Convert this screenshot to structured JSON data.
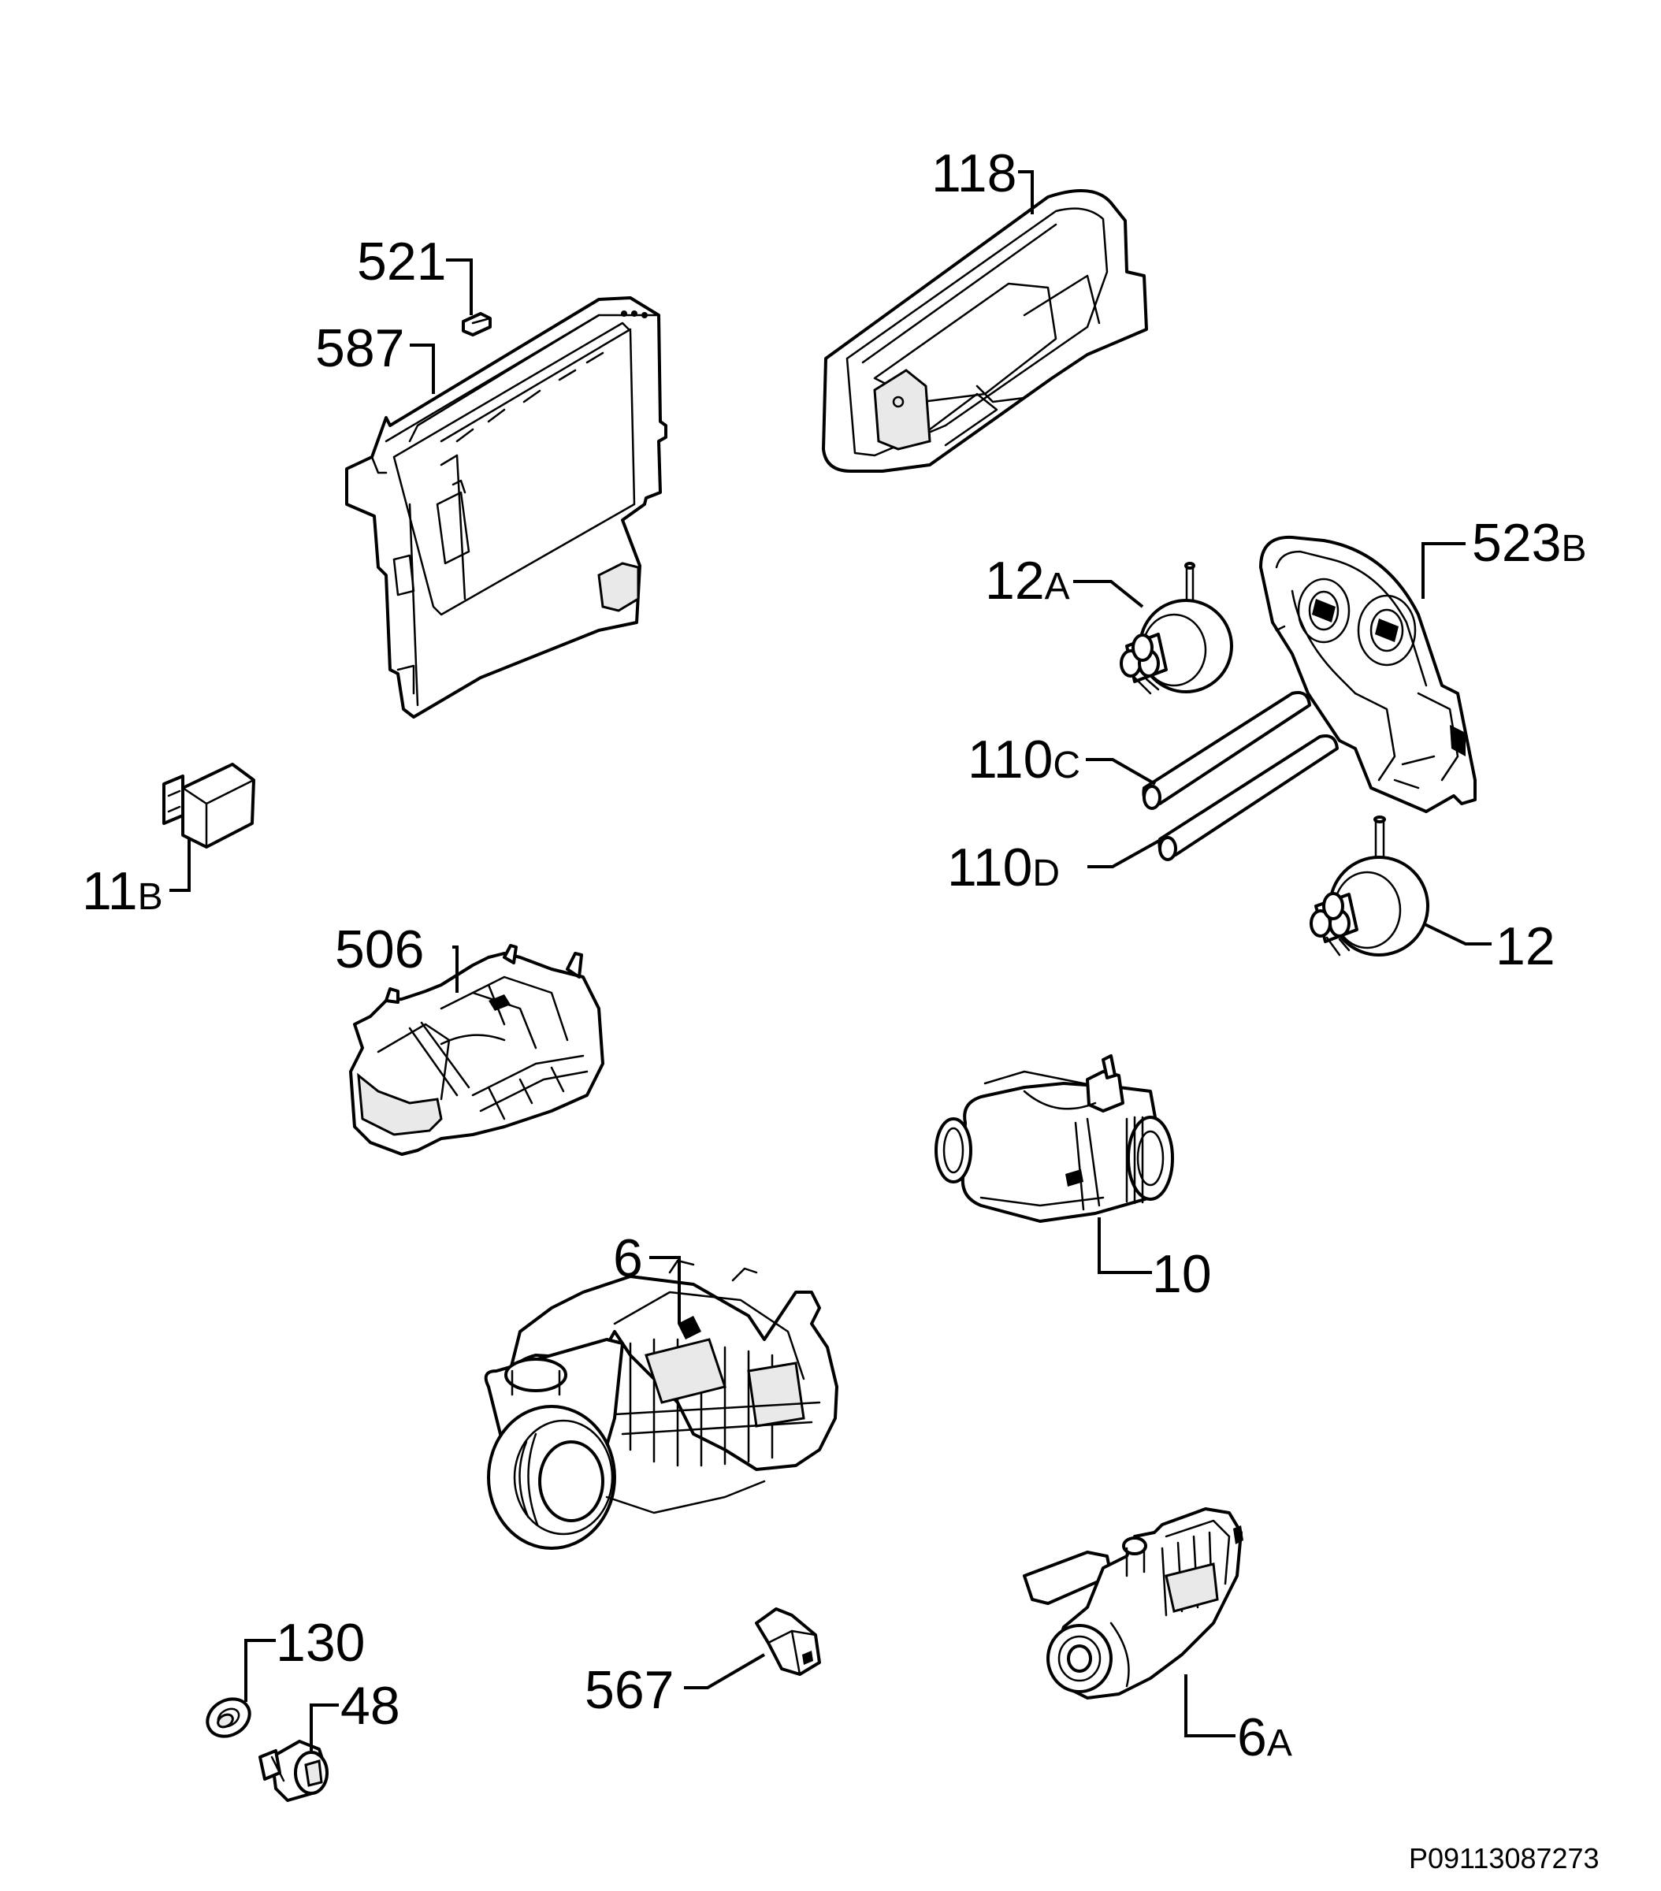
{
  "callouts": {
    "c118": {
      "num": "118",
      "suffix": ""
    },
    "c521": {
      "num": "521",
      "suffix": ""
    },
    "c587": {
      "num": "587",
      "suffix": ""
    },
    "c523b": {
      "num": "523",
      "suffix": "B"
    },
    "c12a": {
      "num": "12",
      "suffix": "A"
    },
    "c110c": {
      "num": "110",
      "suffix": "C"
    },
    "c110d": {
      "num": "110",
      "suffix": "D"
    },
    "c11b": {
      "num": "11",
      "suffix": "B"
    },
    "c12": {
      "num": "12",
      "suffix": ""
    },
    "c506": {
      "num": "506",
      "suffix": ""
    },
    "c10": {
      "num": "10",
      "suffix": ""
    },
    "c6": {
      "num": "6",
      "suffix": ""
    },
    "c130": {
      "num": "130",
      "suffix": ""
    },
    "c48": {
      "num": "48",
      "suffix": ""
    },
    "c567": {
      "num": "567",
      "suffix": ""
    },
    "c6a": {
      "num": "6",
      "suffix": "A"
    }
  },
  "drawing_code": "P09113087273",
  "colors": {
    "line": "#000000",
    "background": "#ffffff"
  }
}
